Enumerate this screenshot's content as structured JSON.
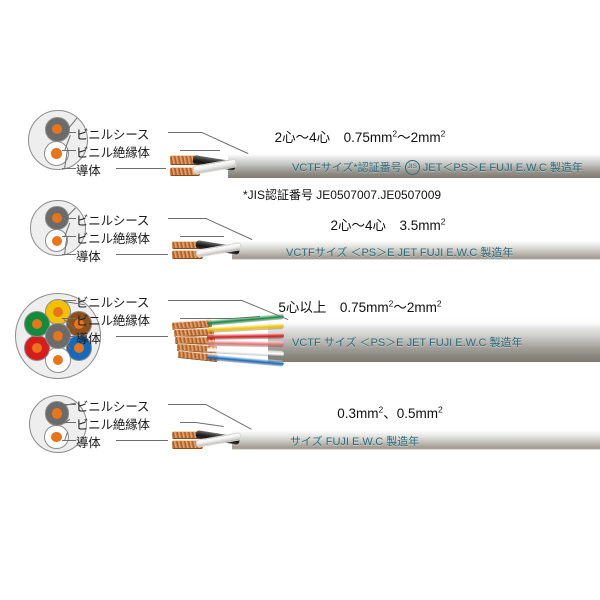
{
  "diagram": {
    "title": "VCTF cable construction diagram",
    "part_labels": {
      "sheath": "ビニルシース",
      "insulator": "ビニル絶縁体",
      "conductor": "導体"
    },
    "colors": {
      "sheath_fill": "#eeeeee",
      "sheath_stroke": "#8c8c8c",
      "copper": "#e8751a",
      "insulation_gray": "#6b6b6b",
      "insulation_white": "#ffffff",
      "print_text": "#2d6b7a",
      "leader_line": "#6e6e6e",
      "background": "#ffffff"
    }
  },
  "cables": [
    {
      "id": "vctf-2to4-075-2",
      "spec": "2心〜4心　0.75mm²〜2mm²",
      "spec_cores": "2心〜4心",
      "spec_area": "0.75mm²〜2mm²",
      "print_prefix": "VCTFサイズ*認証番号",
      "print_badge": "JIS",
      "print_suffix": "JET＜PS＞E  FUJI  E.W.C 製造年",
      "footnote": "*JIS認証番号 JE0507007.JE0507009",
      "core_count": 2,
      "cores": [
        {
          "insulation": "#6b6b6b",
          "conductor": "#e8751a"
        },
        {
          "insulation": "#ffffff",
          "conductor": "#e8751a"
        }
      ]
    },
    {
      "id": "vctf-2to4-35",
      "spec": "2心〜4心　3.5mm²",
      "spec_cores": "2心〜4心",
      "spec_area": "3.5mm²",
      "print_prefix": "VCTFサイズ ＜PS＞E  JET  FUJI  E.W.C 製造年",
      "print_badge": "",
      "print_suffix": "",
      "footnote": "",
      "core_count": 2,
      "cores": [
        {
          "insulation": "#6b6b6b",
          "conductor": "#e8751a"
        },
        {
          "insulation": "#ffffff",
          "conductor": "#e8751a"
        }
      ]
    },
    {
      "id": "vctf-5plus-075-2",
      "spec": "5心以上　0.75mm²〜2mm²",
      "spec_cores": "5心以上",
      "spec_area": "0.75mm²〜2mm²",
      "print_prefix": "VCTF  サイズ ＜PS＞E  JET  FUJI  E.W.C 製造年",
      "print_badge": "",
      "print_suffix": "",
      "footnote": "",
      "core_count": 7,
      "cores": [
        {
          "insulation": "#f2c200",
          "conductor": "#e8751a",
          "position": "top"
        },
        {
          "insulation": "#8a5120",
          "conductor": "#e8751a",
          "position": "upper-right"
        },
        {
          "insulation": "#1668b8",
          "conductor": "#e8751a",
          "position": "lower-right"
        },
        {
          "insulation": "#ffffff",
          "conductor": "#e8751a",
          "position": "bottom"
        },
        {
          "insulation": "#d81b1b",
          "conductor": "#e8751a",
          "position": "lower-left"
        },
        {
          "insulation": "#118c3c",
          "conductor": "#e8751a",
          "position": "upper-left"
        },
        {
          "insulation": "#6b6b6b",
          "conductor": "#e8751a",
          "position": "center"
        }
      ]
    },
    {
      "id": "vctf-03-05",
      "spec": "0.3mm²、0.5mm²",
      "spec_cores": "",
      "spec_area": "0.3mm²、0.5mm²",
      "print_prefix": "サイズ  FUJI  E.W.C  製造年",
      "print_badge": "",
      "print_suffix": "",
      "footnote": "",
      "core_count": 2,
      "cores": [
        {
          "insulation": "#6b6b6b",
          "conductor": "#e8751a"
        },
        {
          "insulation": "#ffffff",
          "conductor": "#e8751a"
        }
      ]
    }
  ]
}
